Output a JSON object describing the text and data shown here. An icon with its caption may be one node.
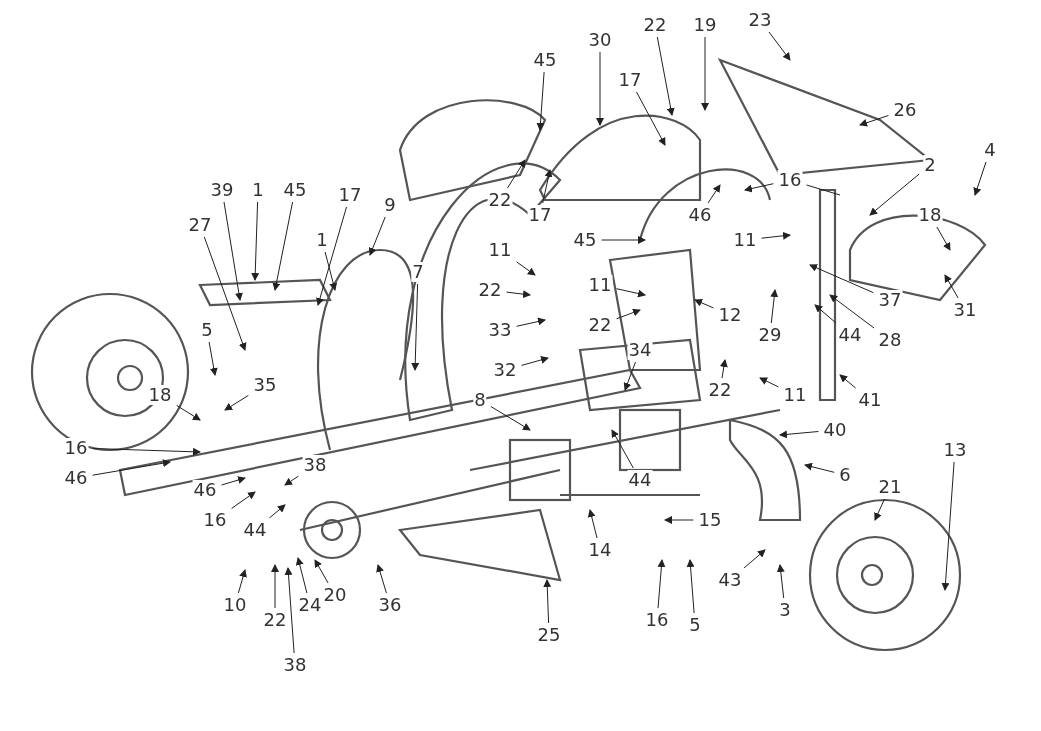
{
  "diagram": {
    "nodes": [
      {
        "text": [
          "23"
        ]
      },
      {
        "text": [
          "30"
        ]
      },
      {
        "text": [
          "22"
        ]
      },
      {
        "text": [
          "19"
        ]
      },
      {
        "text": [
          "17"
        ]
      },
      {
        "text": [
          "45"
        ]
      },
      {
        "text": [
          "26"
        ]
      },
      {
        "text": [
          "2"
        ]
      },
      {
        "text": [
          "4"
        ]
      },
      {
        "text": [
          "18"
        ]
      },
      {
        "text": [
          "16"
        ]
      },
      {
        "text": [
          "11"
        ]
      },
      {
        "text": [
          "46"
        ]
      },
      {
        "text": [
          "22"
        ]
      },
      {
        "text": [
          "17"
        ]
      },
      {
        "text": [
          "39"
        ]
      },
      {
        "text": [
          "1"
        ]
      },
      {
        "text": [
          "45"
        ]
      },
      {
        "text": [
          "17"
        ]
      },
      {
        "text": [
          "9"
        ]
      },
      {
        "text": [
          "1"
        ]
      },
      {
        "text": [
          "27"
        ]
      },
      {
        "text": [
          "45"
        ]
      },
      {
        "text": [
          "11"
        ]
      },
      {
        "text": [
          "22"
        ]
      },
      {
        "text": [
          "11"
        ]
      },
      {
        "text": [
          "22"
        ]
      },
      {
        "text": [
          "33"
        ]
      },
      {
        "text": [
          "12"
        ]
      },
      {
        "text": [
          "37"
        ]
      },
      {
        "text": [
          "29"
        ]
      },
      {
        "text": [
          "44"
        ]
      },
      {
        "text": [
          "28"
        ]
      },
      {
        "text": [
          "31"
        ]
      },
      {
        "text": [
          "7"
        ]
      },
      {
        "text": [
          "32"
        ]
      },
      {
        "text": [
          "8"
        ]
      },
      {
        "text": [
          "34"
        ]
      },
      {
        "text": [
          "11"
        ]
      },
      {
        "text": [
          "22"
        ]
      },
      {
        "text": [
          "41"
        ]
      },
      {
        "text": [
          "5"
        ]
      },
      {
        "text": [
          "35"
        ]
      },
      {
        "text": [
          "18"
        ]
      },
      {
        "text": [
          "40"
        ]
      },
      {
        "text": [
          "6"
        ]
      },
      {
        "text": [
          "16"
        ]
      },
      {
        "text": [
          "46"
        ]
      },
      {
        "text": [
          "38"
        ]
      },
      {
        "text": [
          "46"
        ]
      },
      {
        "text": [
          "16"
        ]
      },
      {
        "text": [
          "44"
        ]
      },
      {
        "text": [
          "15"
        ]
      },
      {
        "text": [
          "44"
        ]
      },
      {
        "text": [
          "21"
        ]
      },
      {
        "text": [
          "13"
        ]
      },
      {
        "text": [
          "14"
        ]
      },
      {
        "text": [
          "43"
        ]
      },
      {
        "text": [
          "3"
        ]
      },
      {
        "text": [
          "10"
        ]
      },
      {
        "text": [
          "22"
        ]
      },
      {
        "text": [
          "24"
        ]
      },
      {
        "text": [
          "20"
        ]
      },
      {
        "text": [
          "38"
        ]
      },
      {
        "text": [
          "36"
        ]
      },
      {
        "text": [
          "25"
        ]
      },
      {
        "text": [
          "16"
        ]
      },
      {
        "text": [
          "5"
        ]
      }
    ],
    "edges": [
      {
        "from": 0,
        "to": null,
        "arrow": "to"
      },
      {
        "from": 1,
        "to": null,
        "arrow": "to"
      },
      {
        "from": 2,
        "to": null,
        "arrow": "to"
      },
      {
        "from": 3,
        "to": null,
        "arrow": "to"
      },
      {
        "from": 4,
        "to": null,
        "arrow": "to"
      },
      {
        "from": 5,
        "to": null,
        "arrow": "to"
      },
      {
        "from": 6,
        "to": null,
        "arrow": "to"
      },
      {
        "from": 7,
        "to": null,
        "arrow": "to"
      },
      {
        "from": 8,
        "to": null,
        "arrow": "to"
      },
      {
        "from": 9,
        "to": null,
        "arrow": "to"
      },
      {
        "from": 10,
        "to": null,
        "arrow": "to"
      },
      {
        "from": 10,
        "to": null,
        "arrow": "none"
      },
      {
        "from": 11,
        "to": null,
        "arrow": "to"
      },
      {
        "from": 12,
        "to": null,
        "arrow": "to"
      },
      {
        "from": 13,
        "to": null,
        "arrow": "to"
      },
      {
        "from": 14,
        "to": null,
        "arrow": "to"
      },
      {
        "from": 15,
        "to": null,
        "arrow": "to"
      },
      {
        "from": 16,
        "to": null,
        "arrow": "to"
      },
      {
        "from": 17,
        "to": null,
        "arrow": "to"
      },
      {
        "from": 18,
        "to": null,
        "arrow": "to"
      },
      {
        "from": 19,
        "to": null,
        "arrow": "to"
      },
      {
        "from": 20,
        "to": null,
        "arrow": "to"
      },
      {
        "from": 21,
        "to": null,
        "arrow": "to"
      },
      {
        "from": 22,
        "to": null,
        "arrow": "to"
      },
      {
        "from": 23,
        "to": null,
        "arrow": "to"
      },
      {
        "from": 24,
        "to": null,
        "arrow": "to"
      },
      {
        "from": 25,
        "to": null,
        "arrow": "to"
      },
      {
        "from": 26,
        "to": null,
        "arrow": "to"
      },
      {
        "from": 27,
        "to": null,
        "arrow": "to"
      },
      {
        "from": 28,
        "to": null,
        "arrow": "to"
      },
      {
        "from": 29,
        "to": null,
        "arrow": "to"
      },
      {
        "from": 30,
        "to": null,
        "arrow": "to"
      },
      {
        "from": 31,
        "to": null,
        "arrow": "to"
      },
      {
        "from": 32,
        "to": null,
        "arrow": "to"
      },
      {
        "from": 33,
        "to": null,
        "arrow": "to"
      },
      {
        "from": 34,
        "to": null,
        "arrow": "to"
      },
      {
        "from": 35,
        "to": null,
        "arrow": "to"
      },
      {
        "from": 36,
        "to": null,
        "arrow": "to"
      },
      {
        "from": 37,
        "to": null,
        "arrow": "to"
      },
      {
        "from": 38,
        "to": null,
        "arrow": "to"
      },
      {
        "from": 39,
        "to": null,
        "arrow": "to"
      },
      {
        "from": 40,
        "to": null,
        "arrow": "to"
      },
      {
        "from": 41,
        "to": null,
        "arrow": "to"
      },
      {
        "from": 42,
        "to": null,
        "arrow": "to"
      },
      {
        "from": 43,
        "to": null,
        "arrow": "to"
      },
      {
        "from": 44,
        "to": null,
        "arrow": "to"
      },
      {
        "from": 45,
        "to": null,
        "arrow": "to"
      },
      {
        "from": 46,
        "to": null,
        "arrow": "to"
      },
      {
        "from": 47,
        "to": null,
        "arrow": "to"
      },
      {
        "from": 48,
        "to": null,
        "arrow": "to"
      },
      {
        "from": 49,
        "to": null,
        "arrow": "to"
      },
      {
        "from": 50,
        "to": null,
        "arrow": "to"
      },
      {
        "from": 51,
        "to": null,
        "arrow": "to"
      },
      {
        "from": 52,
        "to": null,
        "arrow": "to"
      },
      {
        "from": 53,
        "to": null,
        "arrow": "to"
      },
      {
        "from": 54,
        "to": null,
        "arrow": "to"
      },
      {
        "from": 55,
        "to": null,
        "arrow": "to"
      },
      {
        "from": 56,
        "to": null,
        "arrow": "to"
      },
      {
        "from": 57,
        "to": null,
        "arrow": "to"
      },
      {
        "from": 58,
        "to": null,
        "arrow": "to"
      },
      {
        "from": 59,
        "to": null,
        "arrow": "to"
      },
      {
        "from": 60,
        "to": null,
        "arrow": "to"
      },
      {
        "from": 61,
        "to": null,
        "arrow": "to"
      },
      {
        "from": 62,
        "to": null,
        "arrow": "to"
      },
      {
        "from": 63,
        "to": null,
        "arrow": "to"
      },
      {
        "from": 64,
        "to": null,
        "arrow": "to"
      },
      {
        "from": 65,
        "to": null,
        "arrow": "to"
      },
      {
        "from": 66,
        "to": null,
        "arrow": "to"
      },
      {
        "from": 67,
        "to": null,
        "arrow": "to"
      }
    ]
  }
}
